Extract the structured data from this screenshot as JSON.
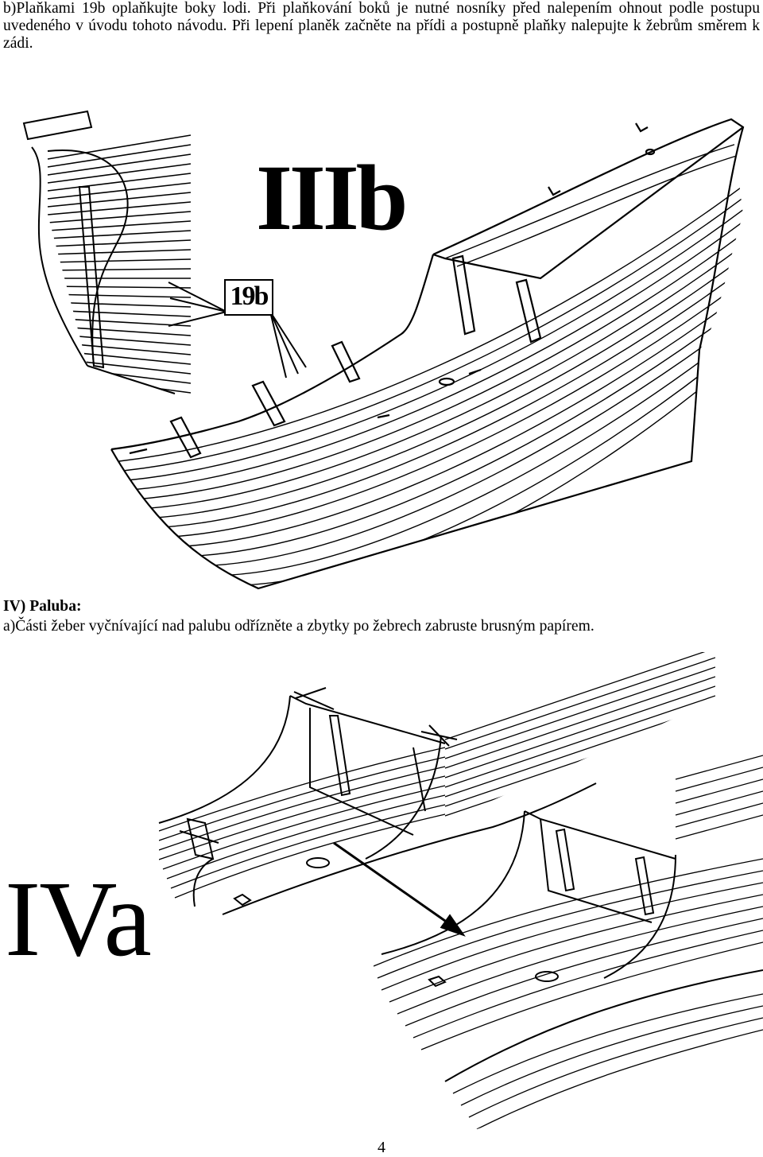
{
  "sections": {
    "planking": {
      "text": "b)Plaňkami 19b oplaňkujte boky lodi. Při plaňkování boků je nutné nosníky před nalepením ohnout podle postupu uvedeného v úvodu tohoto návodu. Při lepení planěk začněte na přídi a postupně plaňky nalepujte k žebrům směrem k zádi."
    },
    "deck": {
      "heading": "IV) Paluba:",
      "text": "a)Části žeber vyčnívající nad palubu odřízněte a zbytky po žebrech zabruste brusným papírem."
    }
  },
  "figures": {
    "figure_iiib": {
      "label": "IIIb",
      "callout": "19b"
    },
    "figure_iva": {
      "label": "IVa"
    }
  },
  "page_number": "4",
  "colors": {
    "ink": "#000000",
    "paper": "#ffffff"
  }
}
